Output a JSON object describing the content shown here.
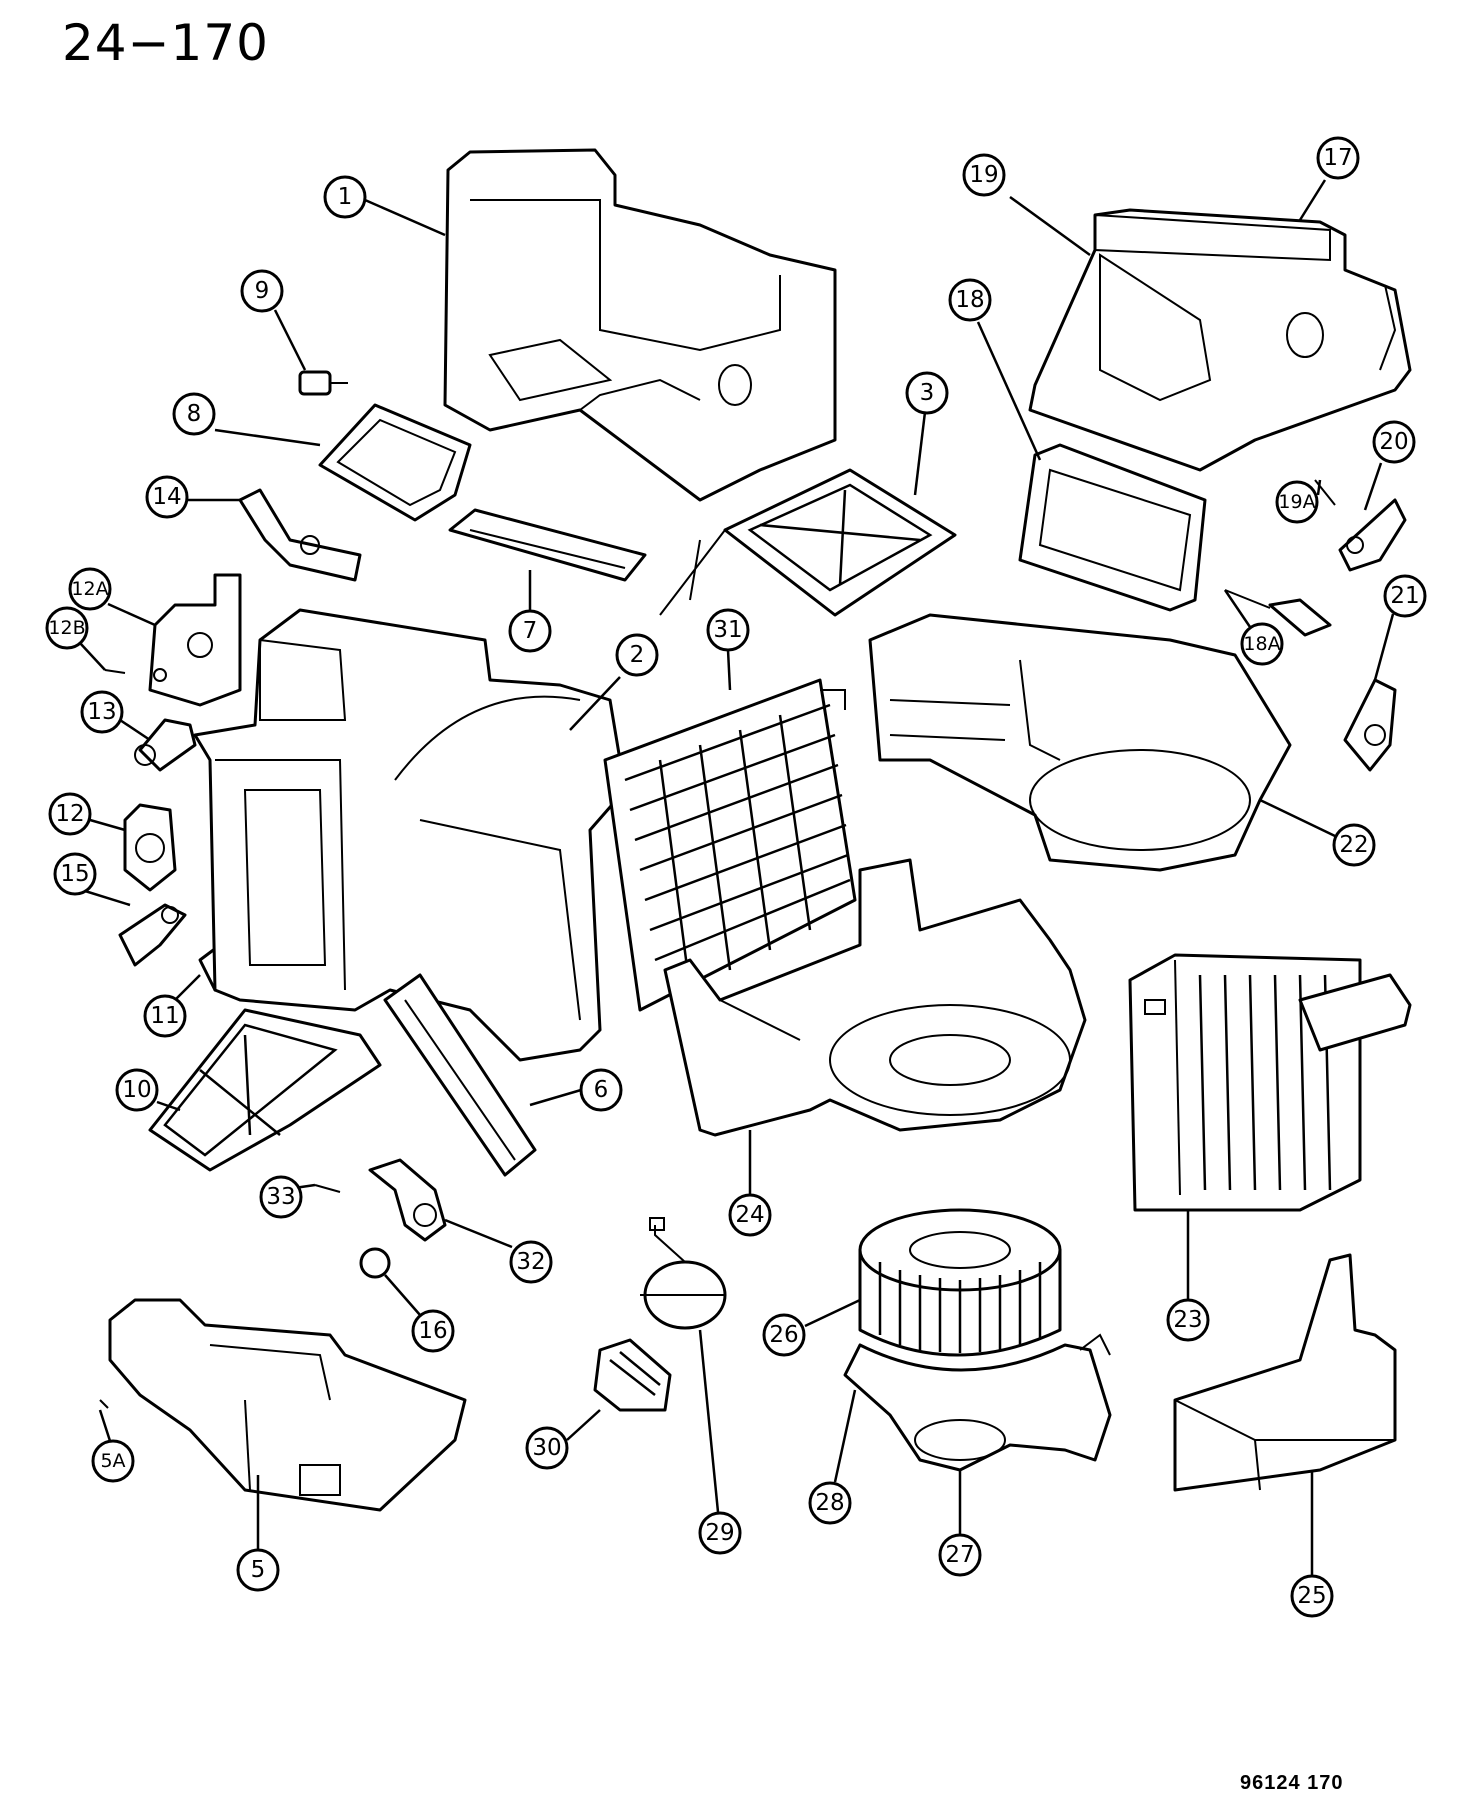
{
  "header": {
    "title": "24−170"
  },
  "footer": {
    "figure_code": "96124  170"
  },
  "callouts": [
    {
      "id": "1"
    },
    {
      "id": "2"
    },
    {
      "id": "3"
    },
    {
      "id": "5"
    },
    {
      "id": "5A"
    },
    {
      "id": "6"
    },
    {
      "id": "7"
    },
    {
      "id": "8"
    },
    {
      "id": "9"
    },
    {
      "id": "10"
    },
    {
      "id": "11"
    },
    {
      "id": "12"
    },
    {
      "id": "12A"
    },
    {
      "id": "12B"
    },
    {
      "id": "13"
    },
    {
      "id": "14"
    },
    {
      "id": "15"
    },
    {
      "id": "16"
    },
    {
      "id": "17"
    },
    {
      "id": "18"
    },
    {
      "id": "18A"
    },
    {
      "id": "19"
    },
    {
      "id": "19A"
    },
    {
      "id": "20"
    },
    {
      "id": "21"
    },
    {
      "id": "22"
    },
    {
      "id": "23"
    },
    {
      "id": "24"
    },
    {
      "id": "25"
    },
    {
      "id": "26"
    },
    {
      "id": "27"
    },
    {
      "id": "28"
    },
    {
      "id": "29"
    },
    {
      "id": "30"
    },
    {
      "id": "31"
    },
    {
      "id": "32"
    },
    {
      "id": "33"
    }
  ]
}
